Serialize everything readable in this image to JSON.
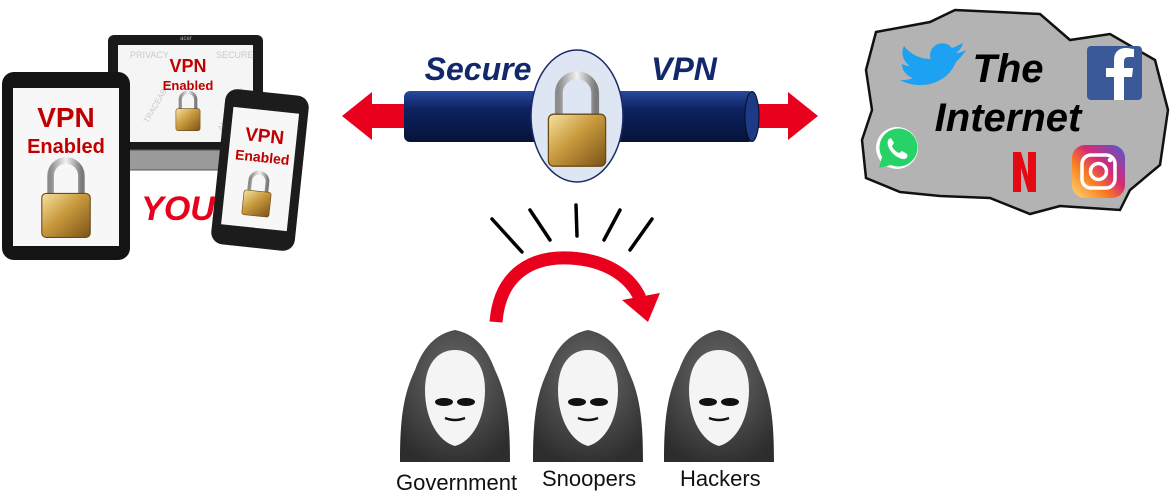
{
  "devices": {
    "laptop": {
      "line1": "VPN",
      "line2": "Enabled",
      "wm_privacy": "PRIVACY",
      "wm_secure": "SECURE",
      "wm_traceable": "TRACEABLE",
      "wm_anonymity": "ANONYMITY",
      "brand": "acer"
    },
    "tablet": {
      "line1": "VPN",
      "line2": "Enabled"
    },
    "phone": {
      "line1": "VPN",
      "line2": "Enabled"
    },
    "you_label": "YOU"
  },
  "tunnel": {
    "left_label": "Secure",
    "right_label": "VPN"
  },
  "internet": {
    "line1": "The",
    "line2": "Internet",
    "icons": [
      "twitter-icon",
      "facebook-icon",
      "whatsapp-icon",
      "netflix-icon",
      "instagram-icon"
    ]
  },
  "snoopers": {
    "labels": [
      "Government",
      "Snoopers",
      "Hackers"
    ]
  },
  "colors": {
    "red": "#e8001c",
    "vpn_red": "#c00000",
    "tunnel_navy": "#0d2260",
    "label_navy": "#12286b",
    "cloud_gray": "#b3b3b3",
    "twitter_blue": "#1da1f2",
    "facebook_blue": "#3b5998",
    "whatsapp_green": "#25d366"
  }
}
